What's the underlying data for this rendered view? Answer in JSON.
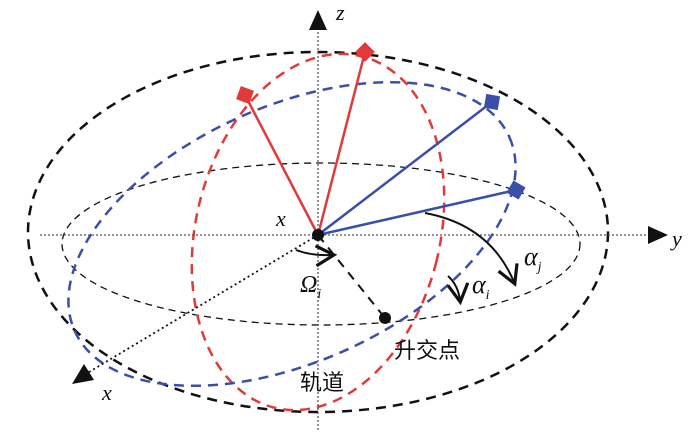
{
  "labels": {
    "z_axis": "z",
    "y_axis": "y",
    "x_axis": "x",
    "x_origin": "x",
    "omega": "Ω",
    "omega_sub": "i",
    "alpha_j": "α",
    "alpha_j_sub": "j",
    "alpha_i": "α",
    "alpha_i_sub": "i",
    "ascending_node": "升交点",
    "orbit": "轨道"
  },
  "colors": {
    "red_orbit": "#e03a3a",
    "blue_orbit": "#3a4fa8",
    "black": "#111111"
  }
}
